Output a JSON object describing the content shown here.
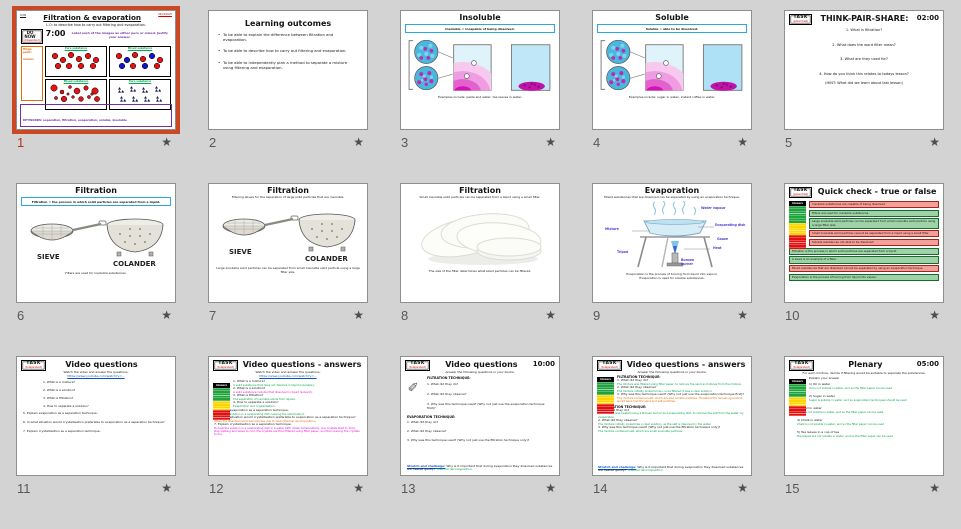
{
  "icons": {
    "star": "★",
    "pen": "✎"
  },
  "colors": {
    "selection": "#cb4824",
    "background": "#d3d3d3",
    "link_blue": "#0a53c7",
    "keyword_purple": "#7030A0",
    "label_green": "#00B050",
    "answer_green": "#00A44A",
    "answer_magenta": "#E50BD7",
    "answer_orange": "#E36C0A",
    "true_row": "#9ed3a7",
    "false_row": "#f1a09a",
    "definition_border": "#2aa7dc",
    "task_red": "#cc0000",
    "diagram_label_blue": "#4b3fd0"
  },
  "slides": [
    {
      "number": "1",
      "corner": "C/W",
      "date": "09/22/2025",
      "title": "Filtration & evaporation",
      "lo": "L.O: to describe how to carry out filtering and evaporation.",
      "donow": "DO NOW",
      "donow_sub": "(Independent)",
      "timer": "7:00",
      "instruction": "Label each of the images as either pure or mixed. Justify your answer.",
      "hinge1": "Hinge point:",
      "hinge2": "Answer",
      "boxes": [
        {
          "label": "Pure substance"
        },
        {
          "label": "Mixed substance"
        },
        {
          "label": "Mixed substance"
        },
        {
          "label": "Pure substance"
        }
      ],
      "keywords": "KEYWORDS: separation, filtration, evaporation, soluble, insoluble"
    },
    {
      "number": "2",
      "title": "Learning outcomes",
      "bullets": [
        "To be able to explain the difference between filtration and evaporation.",
        "To be able to describe how to carry out filtering and evaporation.",
        "To be able to independently plan a method to separate a mixture using filtering and evaporation."
      ]
    },
    {
      "number": "3",
      "title": "Insoluble",
      "definition": "Insoluble = incapable of being dissolved.",
      "caption": "Examples include: pasta and water, tea leaves in water."
    },
    {
      "number": "4",
      "title": "Soluble",
      "definition": "Soluble = able to be dissolved.",
      "caption": "Examples include: sugar in water, instant coffee in water."
    },
    {
      "number": "5",
      "task": "TASK",
      "task_sub": "(paired task)",
      "title": "THINK-PAIR-SHARE:",
      "timer": "02:00",
      "questions": [
        "1.  What is filtration?",
        "2. What does the word filter mean?",
        "3. What are they used for?",
        "4. How do you think this relates to todays lesson?"
      ],
      "hint": "(HINT: What did we learn about last lesson)"
    },
    {
      "number": "6",
      "title": "Filtration",
      "definition": "Filtration = the process in which solid particles are separated from a liquid.",
      "sieve": "SIEVE",
      "colander": "COLANDER",
      "caption": "Filters are used for insoluble substances."
    },
    {
      "number": "7",
      "title": "Filtration",
      "subtitle": "Filtering allows for the separation of large solid particles that are insoluble.",
      "sieve": "SIEVE",
      "colander": "COLANDER",
      "caption": "Large insoluble solid particles can be separated from small insoluble solid particle using a large filter size."
    },
    {
      "number": "8",
      "title": "Filtration",
      "subtitle": "Small insoluble solid particles can be separated from a liquid using a small filter.",
      "caption": "The size of the filter determines what sized particles can be filtered."
    },
    {
      "number": "9",
      "title": "Evaporation",
      "subtitle": "Mixed substances that are dissolved can be separated by using an evaporation technique.",
      "labels": {
        "wv": "Water vapour",
        "ed": "Evaporating dish",
        "mx": "Mixture",
        "gz": "Gauze",
        "tp": "Tripod",
        "ht": "Heat",
        "bb": "Bunsen burner"
      },
      "cap1": "Evaporation is the process of turning from liquid into vapour.",
      "cap2": "Evaporation is used for soluble substances."
    },
    {
      "number": "10",
      "task": "TASK",
      "task_sub": "(paired task)",
      "title": "Quick check - true or false",
      "legend": "Answers",
      "statements": [
        {
          "text": "Insoluble substances are capable of being dissolved.",
          "truth": false
        },
        {
          "text": "Filters are used for insoluble substances.",
          "truth": true
        },
        {
          "text": "Large insoluble solid particles can be separated from small insoluble solid particle using a large filter size.",
          "truth": true
        },
        {
          "text": "Small insoluble solid particles cannot be separated from a liquid using a small filter.",
          "truth": false
        },
        {
          "text": "Soluble substances not able to be dissolved.",
          "truth": false
        },
        {
          "text": "Filtration is the process in which solid particles are separated from a liquid.",
          "truth": true
        },
        {
          "text": "A sieve is an example of a filter.",
          "truth": true
        },
        {
          "text": "Mixed substances that are dissolved cannot be separated by using an evaporation technique.",
          "truth": false
        },
        {
          "text": "Evaporation is the process of turning from liquid into vapour.",
          "truth": true
        }
      ]
    },
    {
      "number": "11",
      "task": "TASK",
      "task_sub": "(Independent)",
      "title": "Video questions",
      "intro": "Watch the video and answer the questions.",
      "link": "https://www.youtube.com/watch?v=...",
      "questions": [
        "1.  What is a mixture?",
        "2.  What is a solution?",
        "3.  What is filtration?",
        "4.  How to separate a solution?",
        "5. Explain evaporation as a separation technique.",
        "6. In what situation would crystallisation preferable to evaporation as a separation technique?",
        "7. Explain crystallisation as a separation technique."
      ]
    },
    {
      "number": "12",
      "task": "TASK",
      "task_sub": "(Independent)",
      "title": "Video questions - answers",
      "intro": "Watch the video and answer the questions.",
      "link": "https://www.youtube.com/watch?v=...",
      "legend": "Answers",
      "qa": [
        {
          "q": "1.  What is a mixture?",
          "a": "A solid substance that does not dissolve in liquid (insoluble)."
        },
        {
          "q": "2.  What is a solution?",
          "a": "A solid substance (solute) that dissolved in liquid (solvent)."
        },
        {
          "q": "3.  What is filtration?",
          "a": "The separation of insoluble solids from liquids."
        },
        {
          "q": "4.  How to separate a solution?",
          "a": "Evaporation and crystallisation."
        },
        {
          "q": "5. Explain evaporation as a separation technique.",
          "a": "To heat the solution in a evaporating dish, leaving the solid behind."
        },
        {
          "q": "6. In what situation would crystallisation preferable to evaporation as a separation technique?",
          "a": "When the dissolved solid decomposes due to heat (thermal decomposition)."
        },
        {
          "q": "7. Explain crystallisation as a separation technique.",
          "a": "To heat the solution in a evaporating dish in a water bath (lower temperature), one crystals start to form, stop heating and leave to cool, the crystals are then filtered using filter paper, and then leaving the crystals to dry."
        }
      ]
    },
    {
      "number": "13",
      "task": "TASK",
      "task_sub": "(Independent)",
      "title": "Video questions",
      "timer": "10:00",
      "intro": "Answer the following questions in your books:",
      "sec1": "FILTRATION TECHNIQUE:",
      "q1": [
        "1.   What did they do?",
        "2.   What did they observe?",
        "3.   Why was this technique used? (Why not just use the evaporation technique first)?"
      ],
      "sec2": "EVAPORATION TECHNIQUE:",
      "q2": [
        "1.  What did they do?",
        "2.  What did they observe?",
        "3.  Why was this technique used? (Why not just use the filtration technique only)?"
      ],
      "stretch_label": "Stretch and challenge:",
      "stretch_q": "Why is it important that during evaporation they dissolved substances are heated gently?",
      "stretch_a": "Thermal decomposition"
    },
    {
      "number": "14",
      "task": "TASK",
      "task_sub": "(Independent)",
      "title": "Video questions - answers",
      "intro": "Answer the following questions in your books:",
      "legend": "Answers",
      "sec1": "FILTRATION TECHNIQUE:",
      "qa1": [
        {
          "q": "1.   What did they do?",
          "a": "The mixture was filtered using filter paper, to remove the sand and stones from the mixture."
        },
        {
          "q": "2.   What did they observe?",
          "a": "The mixture initially looked brown, once filtered it was a clear solution."
        },
        {
          "q": "3.   Why was this technique used? (Why not just use the evaporation technique first)?",
          "a": "The mixture contained salt, which are also soluble particles. Therefore the remaining product would have had the sand and salt particles."
        }
      ],
      "sec2": "EVAPORATION TECHNIQUE:",
      "qa2": [
        {
          "q": "1.  What did they do?",
          "a": "The mixture was heated using a Bunsen burner and evaporating dish, to remove the salt from the water, by evaporation."
        },
        {
          "q": "2.  What did they observe?",
          "a": "The mixture initially looked like a clear solution, as the salt is dissolved in the water."
        },
        {
          "q": "3.  Why was this technique used? (Why not just use the filtration technique only)?",
          "a": "The mixture contained salt, which are small insoluble particles."
        }
      ],
      "stretch_label": "Stretch and challenge:",
      "stretch_q": "Why is it important that during evaporation they dissolved substances are heated gently?",
      "stretch_a": "Thermal decomposition"
    },
    {
      "number": "15",
      "task": "TASK",
      "task_sub": "(Independent)",
      "title": "Plenary",
      "timer": "05:00",
      "legend": "Answers",
      "intro": "For each mixture, decide if filtering would be suitable to separate the substances.",
      "intro2": "Explain your answer",
      "items": [
        {
          "q": "1)   Oil in water",
          "a": "Oil is not soluble in water, and so the filter paper can be used"
        },
        {
          "q": "2)   Sugar in water",
          "a": "Sugar is soluble in water, and so evaporation techniques should be used"
        },
        {
          "q": "3)   Sand in water",
          "a": "Sand is not soluble in water, and so the filter paper can be used."
        },
        {
          "q": "4)   Chalk in water",
          "a": "Chalk is not soluble in water, and so the filter paper can be used"
        },
        {
          "q": "5)   Tea leaves in a cup of tea",
          "a": "Tea leaves are not soluble in water, and so the filter paper can be used"
        }
      ]
    }
  ]
}
